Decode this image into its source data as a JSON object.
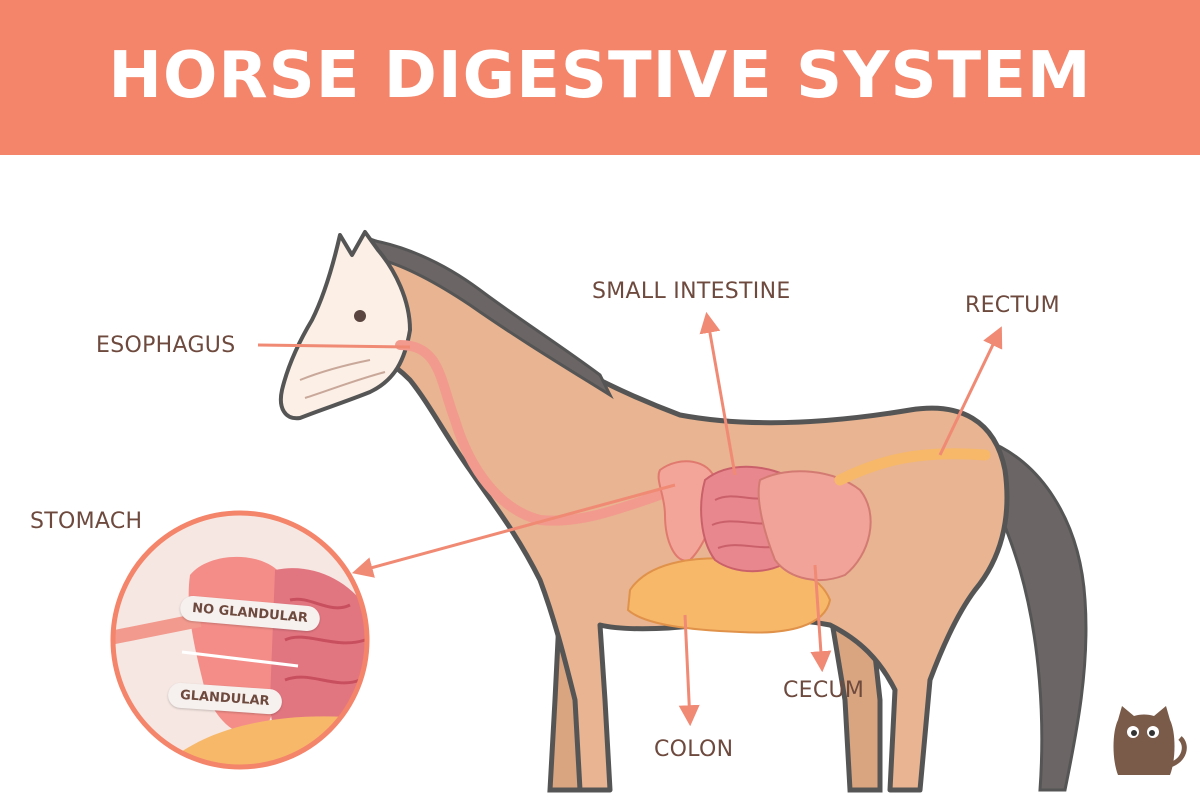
{
  "title": "HORSE DIGESTIVE SYSTEM",
  "labels": {
    "esophagus": "ESOPHAGUS",
    "small_intestine": "SMALL INTESTINE",
    "rectum": "RECTUM",
    "stomach": "STOMACH",
    "cecum": "CECUM",
    "colon": "COLON"
  },
  "inset": {
    "no_glandular": "NO GLANDULAR",
    "glandular": "GLANDULAR"
  },
  "colors": {
    "banner": "#f4846a",
    "label_text": "#6e4a3e",
    "arrow": "#f08a74",
    "horse_body": "#e8b491",
    "mane_tail": "#6b6665"
  },
  "icons": {
    "logo": "cat-mascot-icon"
  }
}
